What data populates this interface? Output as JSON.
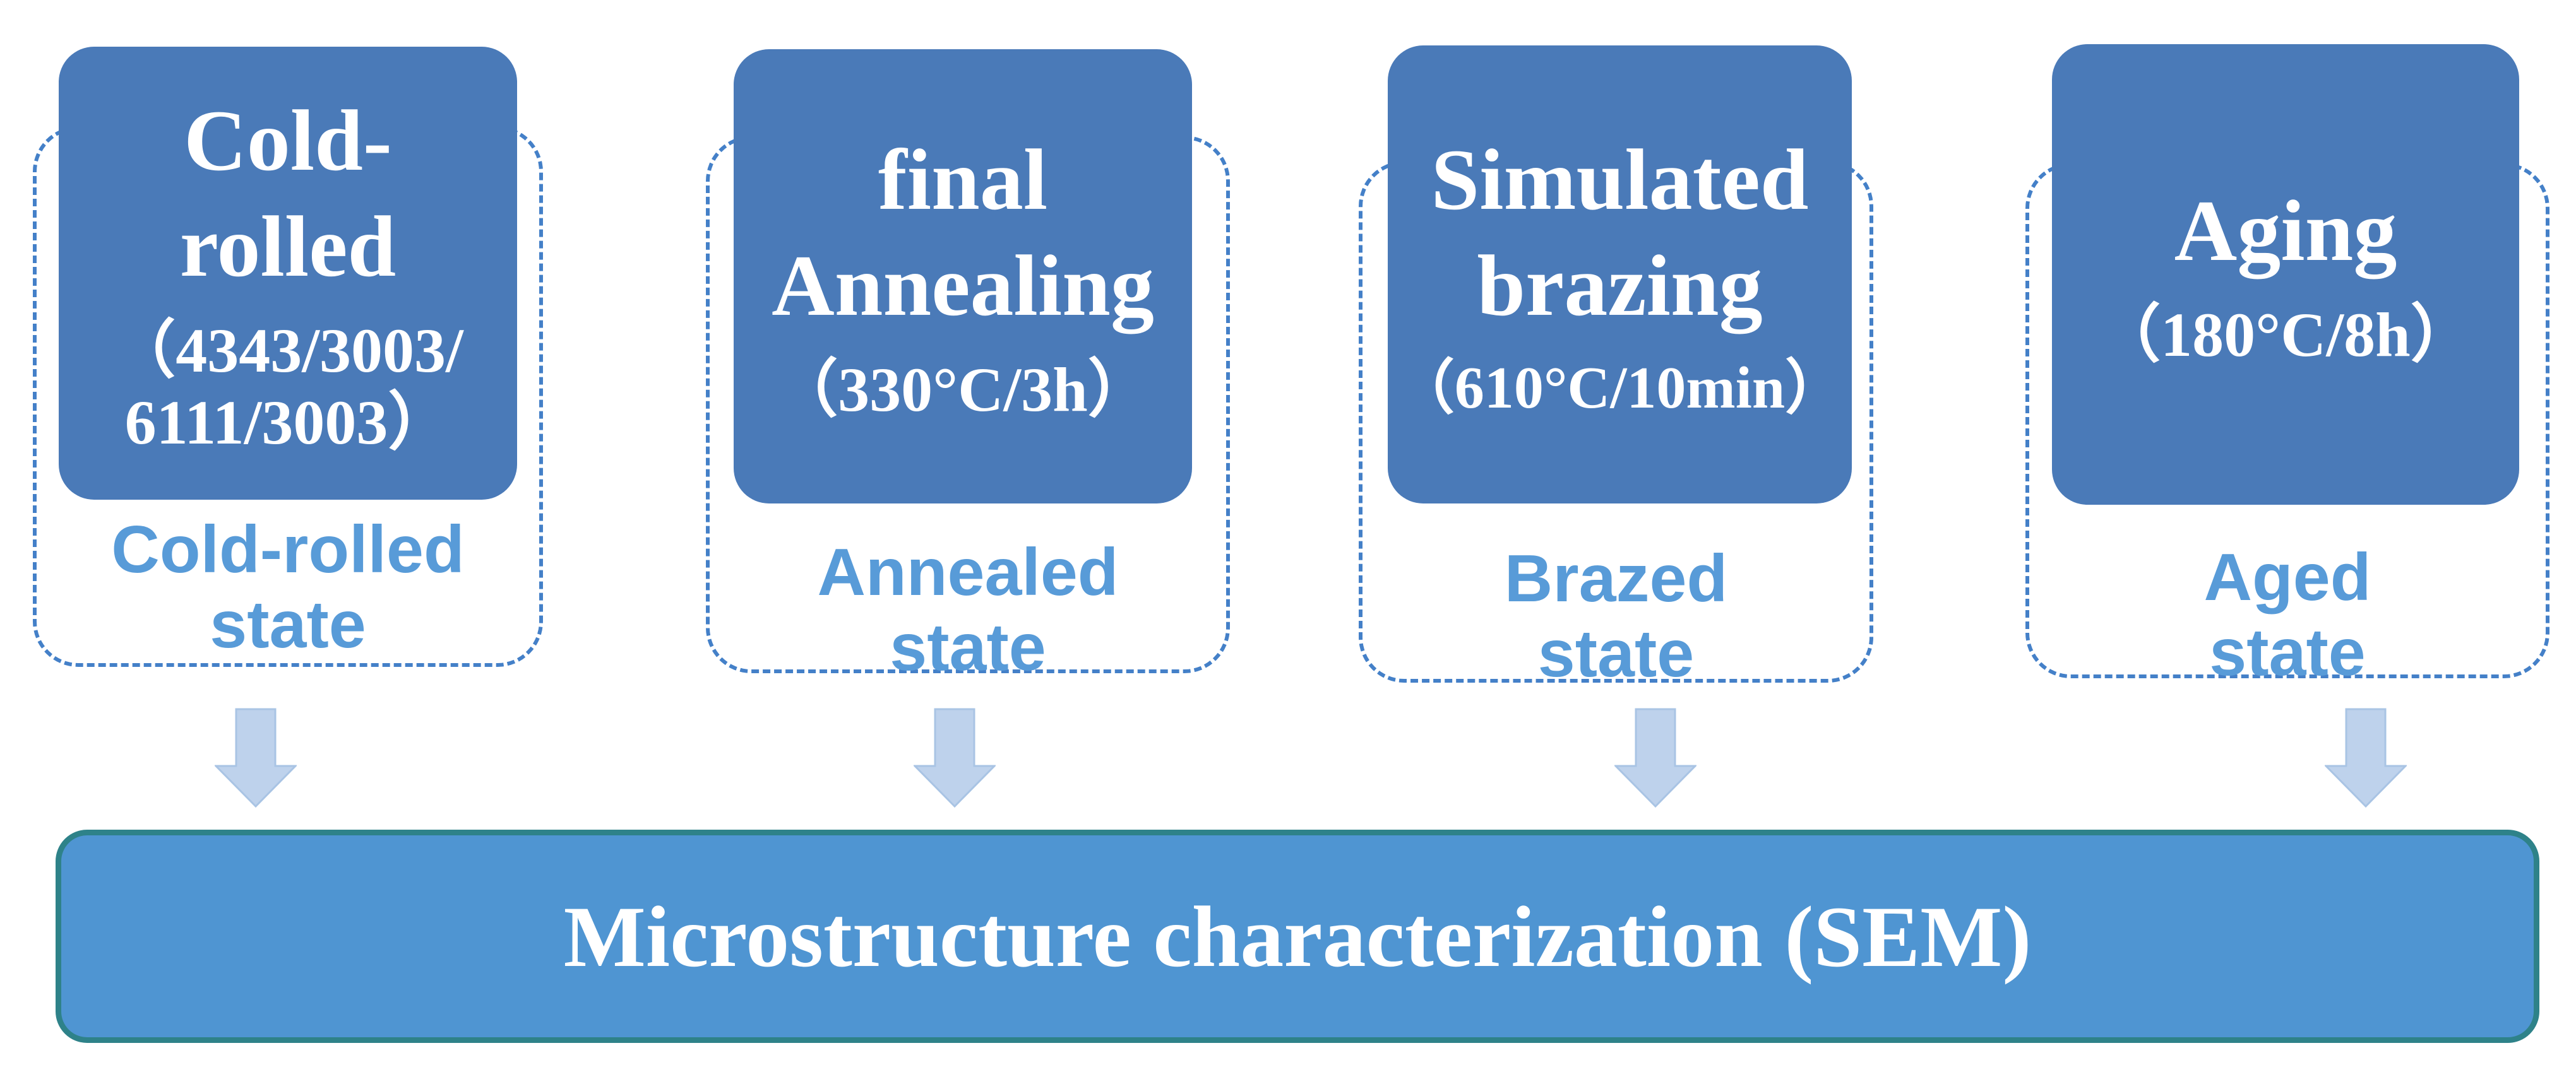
{
  "columns": [
    {
      "process": {
        "line1": "Cold-",
        "line2": "rolled",
        "detail1": "（4343/3003/",
        "detail2": "6111/3003）"
      },
      "state": {
        "line1": "Cold-rolled",
        "line2": "state"
      }
    },
    {
      "process": {
        "line1": "final",
        "line2": "Annealing",
        "detail1": "（330°C/3h）"
      },
      "state": {
        "line1": "Annealed",
        "line2": "state"
      }
    },
    {
      "process": {
        "line1": "Simulated",
        "line2": "brazing",
        "detail1": "（610°C/10min）"
      },
      "state": {
        "line1": "Brazed",
        "line2": "state"
      }
    },
    {
      "process": {
        "line1": "Aging",
        "detail1": "（180°C/8h）"
      },
      "state": {
        "line1": "Aged",
        "line2": "state"
      }
    }
  ],
  "bottom_bar": {
    "label": "Microstructure characterization (SEM)"
  },
  "colors": {
    "process_box_fill": "#4a7ab8",
    "process_box_text": "#ffffff",
    "dashed_outline": "#4480c8",
    "state_label_text": "#589bd8",
    "arrow_fill": "#bed2ec",
    "arrow_border": "#a9c4e4",
    "bar_fill": "#4f95d2",
    "bar_border": "#2e8289",
    "bar_text": "#ffffff"
  }
}
